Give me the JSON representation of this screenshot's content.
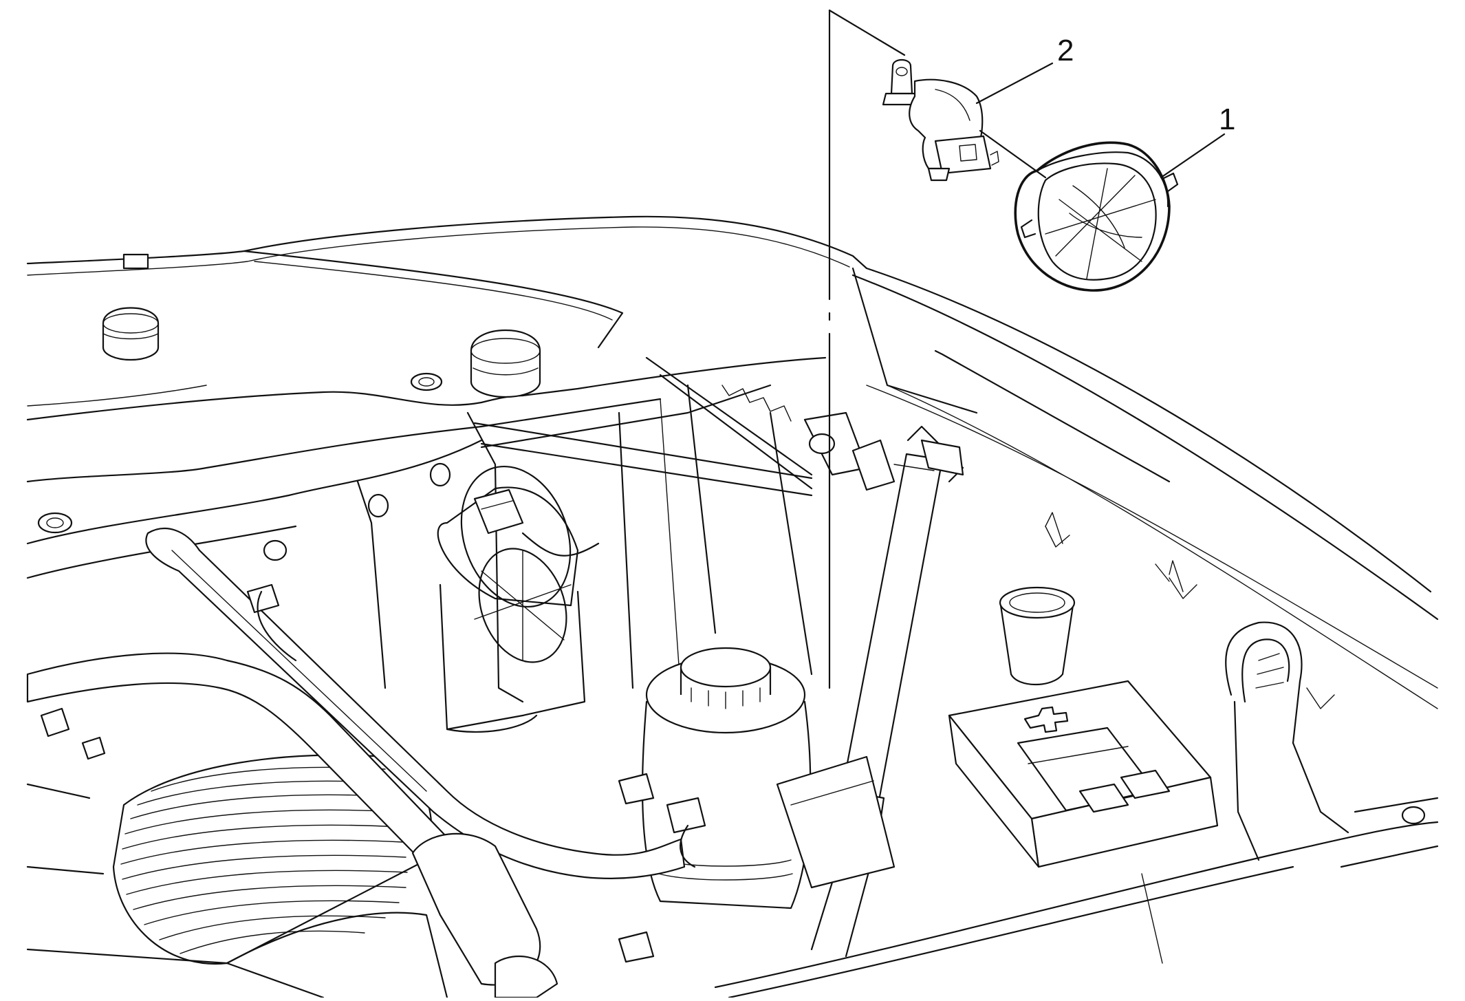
{
  "callouts": [
    {
      "id": "1",
      "label": "1",
      "part": "lamp-cover"
    },
    {
      "id": "2",
      "label": "2",
      "part": "bulb"
    }
  ]
}
